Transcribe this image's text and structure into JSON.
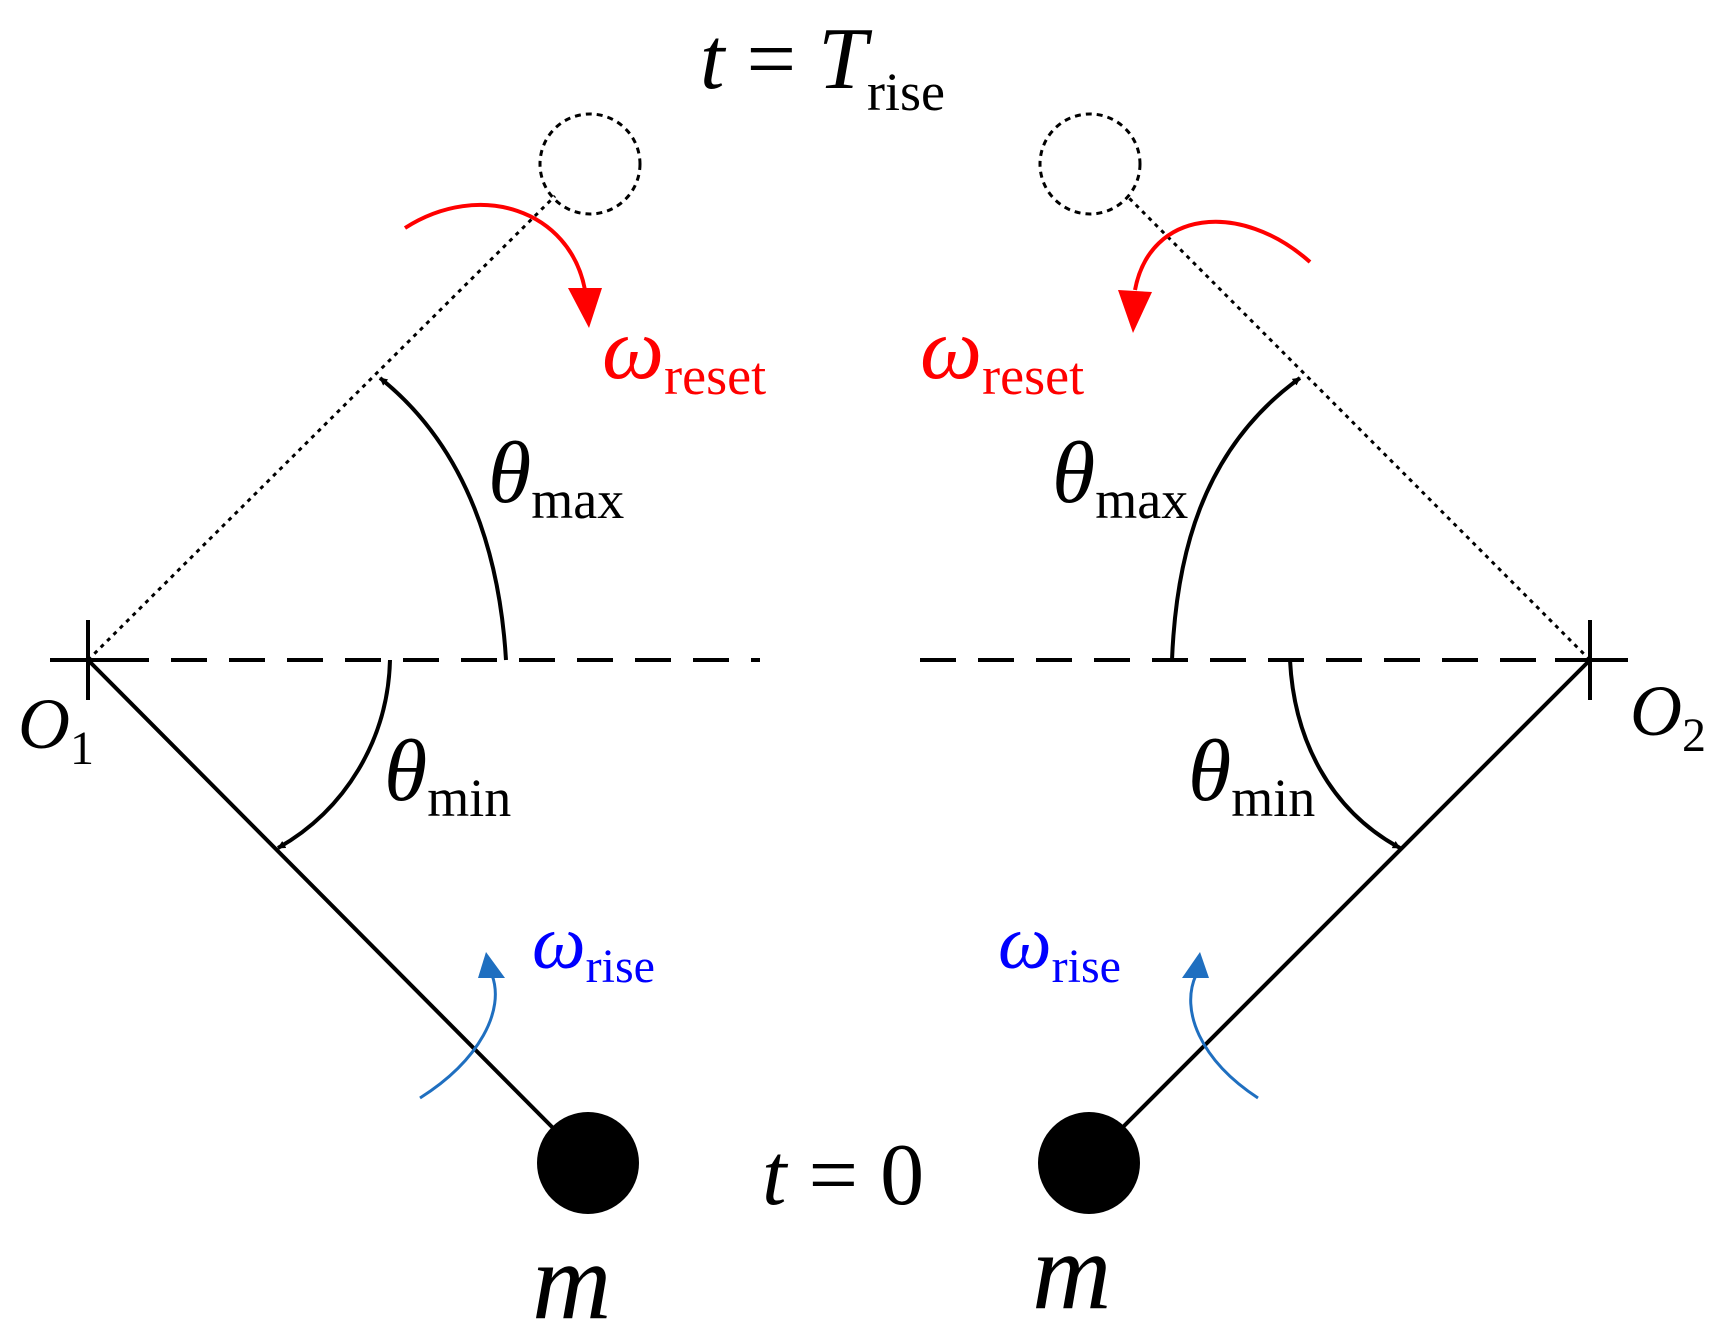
{
  "colors": {
    "ink": "#000000",
    "reset": "#ff0000",
    "rise_text": "#0000ff",
    "rise_arrow": "#1f6fc0"
  },
  "labels": {
    "time_top": {
      "var": "t",
      "eq": " = ",
      "sym": "T",
      "sub": "rise"
    },
    "time_bottom": {
      "var": "t",
      "eq": " = ",
      "val": "0"
    },
    "pivot_left": {
      "sym": "O",
      "sub": "1"
    },
    "pivot_right": {
      "sym": "O",
      "sub": "2"
    },
    "theta": {
      "sym": "θ",
      "max": "max",
      "min": "min"
    },
    "omega": {
      "sym": "ω",
      "reset": "reset",
      "rise": "rise"
    },
    "mass": "m"
  }
}
